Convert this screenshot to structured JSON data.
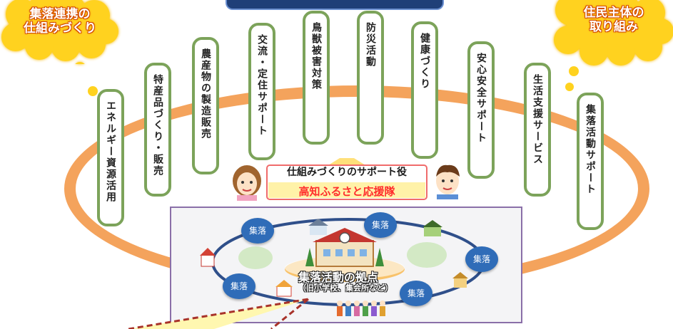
{
  "clouds": {
    "left": [
      "集落連携の",
      "仕組みづくり"
    ],
    "right": [
      "住民主体の",
      "取り組み"
    ]
  },
  "activities": [
    "エネルギー資源活用",
    "特産品づくり・販売",
    "農産物の製造販売",
    "交流・定住サポート",
    "鳥獣被害対策",
    "防災活動",
    "健康づくり",
    "安心安全サポート",
    "生活支援サービス",
    "集落活動サポート"
  ],
  "support": {
    "title": "仕組みづくりのサポート役",
    "name": "高知ふるさと応援隊"
  },
  "villages": {
    "label": "集落"
  },
  "hub": {
    "title": "集落活動の拠点",
    "subtitle": "（旧小学校、集会所など）"
  },
  "colors": {
    "ring": "#f4a35c",
    "pill_border": "#7ca35a",
    "village": "#2f6cb8",
    "cloud": "#ffd21f",
    "support_name": "#ff2b2b"
  }
}
